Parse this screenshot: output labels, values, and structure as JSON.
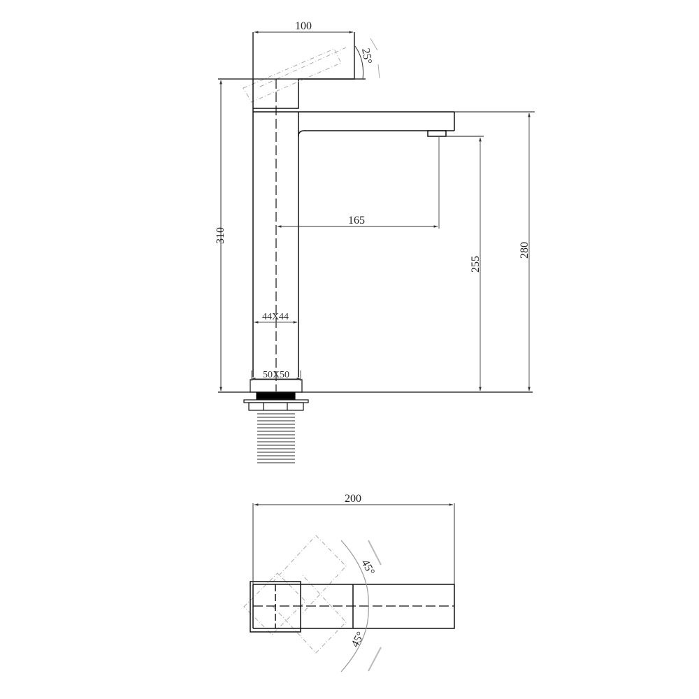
{
  "drawing": {
    "title": "Tall basin mixer tap technical drawing",
    "colors": {
      "line": "#111111",
      "dim_line": "#555555",
      "hidden_line": "#999999",
      "fill_dark": "#000000"
    },
    "side_view": {
      "dimensions": {
        "handle_length": "100",
        "handle_angle": "25°",
        "total_height": "310",
        "spout_height": "280",
        "outlet_height": "255",
        "spout_reach": "165",
        "body_section": "44X44",
        "base_section": "50X50"
      }
    },
    "top_view": {
      "dimensions": {
        "overall_length": "200",
        "rotation_upper": "45°",
        "rotation_lower": "45°"
      }
    }
  }
}
